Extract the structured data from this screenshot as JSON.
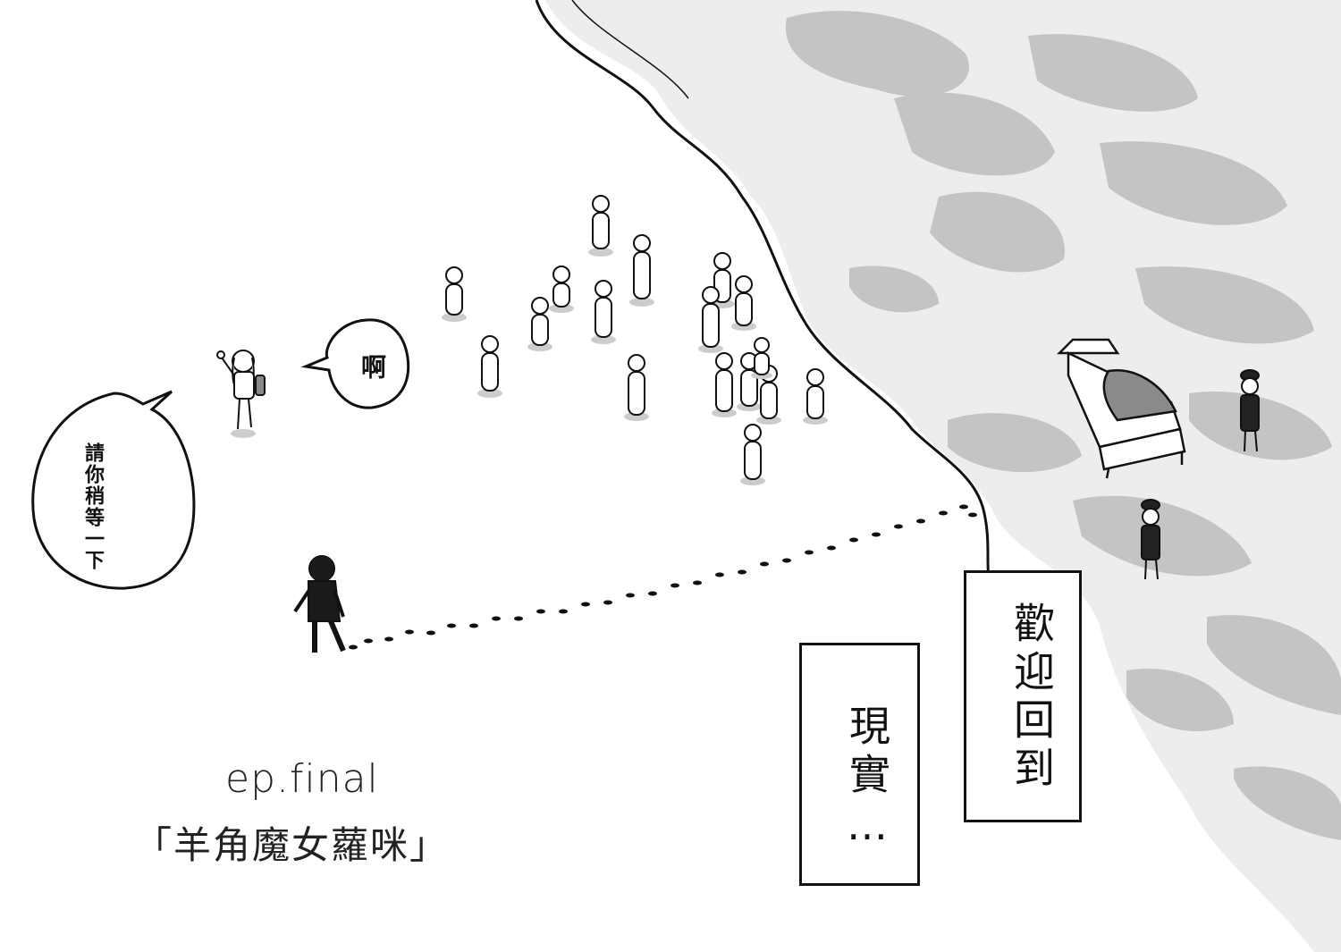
{
  "scene": {
    "bubble_wait": "請你稍等一下",
    "bubble_ah": "啊",
    "caption_welcome": "歡迎回到",
    "caption_reality": "現實…",
    "episode": "ep.final",
    "chapter_title": "「羊角魔女蘿咪」"
  },
  "colors": {
    "ink": "#111111",
    "paper": "#ffffff",
    "water": "#c9c9c9"
  }
}
